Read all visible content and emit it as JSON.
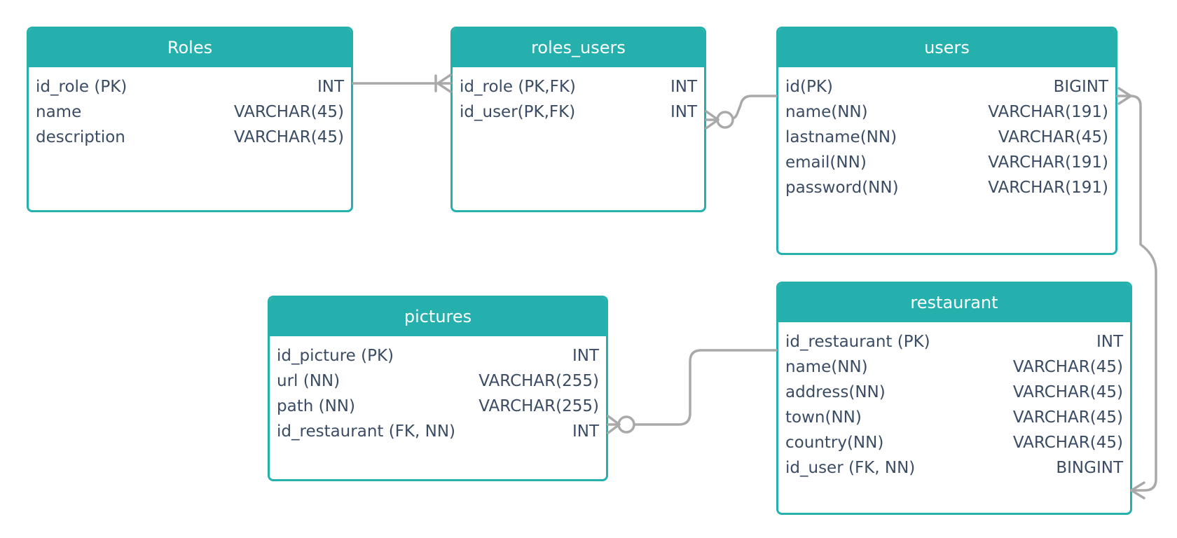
{
  "entities": [
    {
      "id": "roles",
      "title": "Roles",
      "attributes": [
        {
          "name": "id_role (PK)",
          "type": "INT"
        },
        {
          "name": "name",
          "type": "VARCHAR(45)"
        },
        {
          "name": "description",
          "type": "VARCHAR(45)"
        }
      ]
    },
    {
      "id": "roles_users",
      "title": "roles_users",
      "attributes": [
        {
          "name": "id_role (PK,FK)",
          "type": "INT"
        },
        {
          "name": "id_user(PK,FK)",
          "type": "INT"
        }
      ]
    },
    {
      "id": "users",
      "title": "users",
      "attributes": [
        {
          "name": "id(PK)",
          "type": "BIGINT"
        },
        {
          "name": "name(NN)",
          "type": "VARCHAR(191)"
        },
        {
          "name": "lastname(NN)",
          "type": "VARCHAR(45)"
        },
        {
          "name": "email(NN)",
          "type": "VARCHAR(191)"
        },
        {
          "name": "password(NN)",
          "type": "VARCHAR(191)"
        }
      ]
    },
    {
      "id": "pictures",
      "title": "pictures",
      "attributes": [
        {
          "name": "id_picture (PK)",
          "type": "INT"
        },
        {
          "name": "url (NN)",
          "type": "VARCHAR(255)"
        },
        {
          "name": "path (NN)",
          "type": "VARCHAR(255)"
        },
        {
          "name": "id_restaurant (FK, NN)",
          "type": "INT"
        }
      ]
    },
    {
      "id": "restaurant",
      "title": "restaurant",
      "attributes": [
        {
          "name": "id_restaurant (PK)",
          "type": "INT"
        },
        {
          "name": "name(NN)",
          "type": "VARCHAR(45)"
        },
        {
          "name": "address(NN)",
          "type": "VARCHAR(45)"
        },
        {
          "name": "town(NN)",
          "type": "VARCHAR(45)"
        },
        {
          "name": "country(NN)",
          "type": "VARCHAR(45)"
        },
        {
          "name": "id_user (FK, NN)",
          "type": "BINGINT"
        }
      ]
    }
  ],
  "relationships": [
    {
      "from": "roles.id_role (PK)",
      "to": "roles_users.id_role (PK,FK)",
      "from_end": "one",
      "to_end": "many"
    },
    {
      "from": "users.id(PK)",
      "to": "roles_users.id_user(PK,FK)",
      "from_end": "one",
      "to_end": "zero-or-many"
    },
    {
      "from": "restaurant.id_restaurant (PK)",
      "to": "pictures.id_restaurant (FK, NN)",
      "from_end": "one",
      "to_end": "zero-or-many"
    },
    {
      "from": "users.id(PK)",
      "to": "restaurant.id_user (FK, NN)",
      "from_end": "many",
      "to_end": "many"
    }
  ],
  "colors": {
    "header": "#25b0ae",
    "border": "#25b0ae",
    "text": "#3a4c64",
    "connector": "#a9a9a9"
  }
}
